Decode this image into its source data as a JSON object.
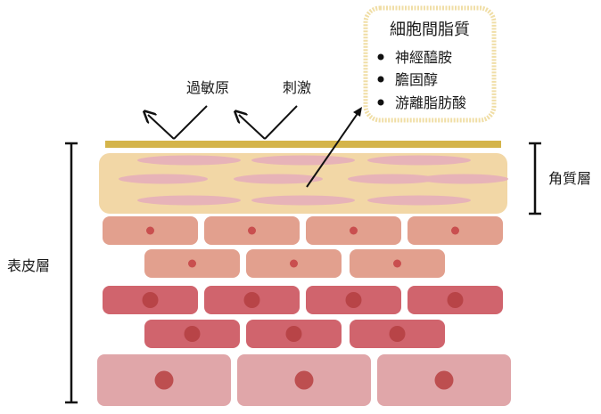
{
  "labels": {
    "allergen": "過敏原",
    "stimulus": "刺激",
    "stratum_corneum": "角質層",
    "epidermis": "表皮層"
  },
  "lipid_box": {
    "title": "細胞間脂質",
    "items": [
      "神經醯胺",
      "膽固醇",
      "游離脂肪酸"
    ]
  },
  "colors": {
    "surface_film": "#d4b44a",
    "stratum_corneum": "#f2d7a6",
    "corneum_streak": "#e7b3b8",
    "upper_cell": "#e2a08e",
    "upper_nucleus": "#c94f4f",
    "middle_cell": "#d0646d",
    "middle_nucleus": "#b84447",
    "lower_cell": "#e0a6a9",
    "lower_nucleus": "#bd4f50",
    "box_border": "#f0dea6",
    "line": "#111111"
  }
}
